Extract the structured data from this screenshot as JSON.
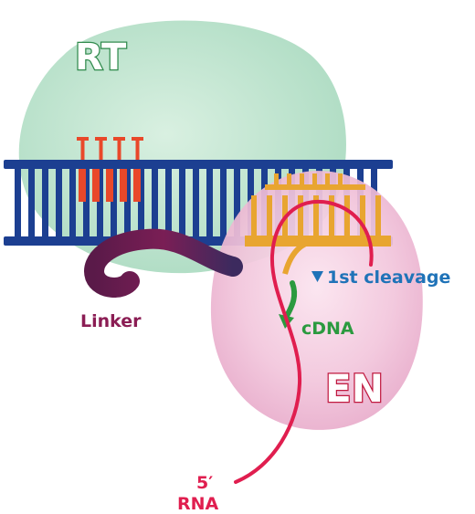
{
  "labels": {
    "rt": "RT",
    "en": "EN",
    "linker": "Linker",
    "cleavage": "1st cleavage",
    "cdna": "cDNA",
    "five_prime": "5′",
    "rna": "RNA"
  },
  "colors": {
    "rt_blob": "#bfe3cf",
    "en_blob": "#efbdd6",
    "dna_strand": "#1c3f91",
    "rt_bases": "#e9482a",
    "en_bases": "#e8a530",
    "linker": "#7a1e55",
    "rna": "#e01e4f",
    "cleavage_text": "#1f73b8",
    "cdna_text": "#2b9a3f",
    "linker_text": "#8b1d54",
    "label_white": "#ffffff"
  }
}
